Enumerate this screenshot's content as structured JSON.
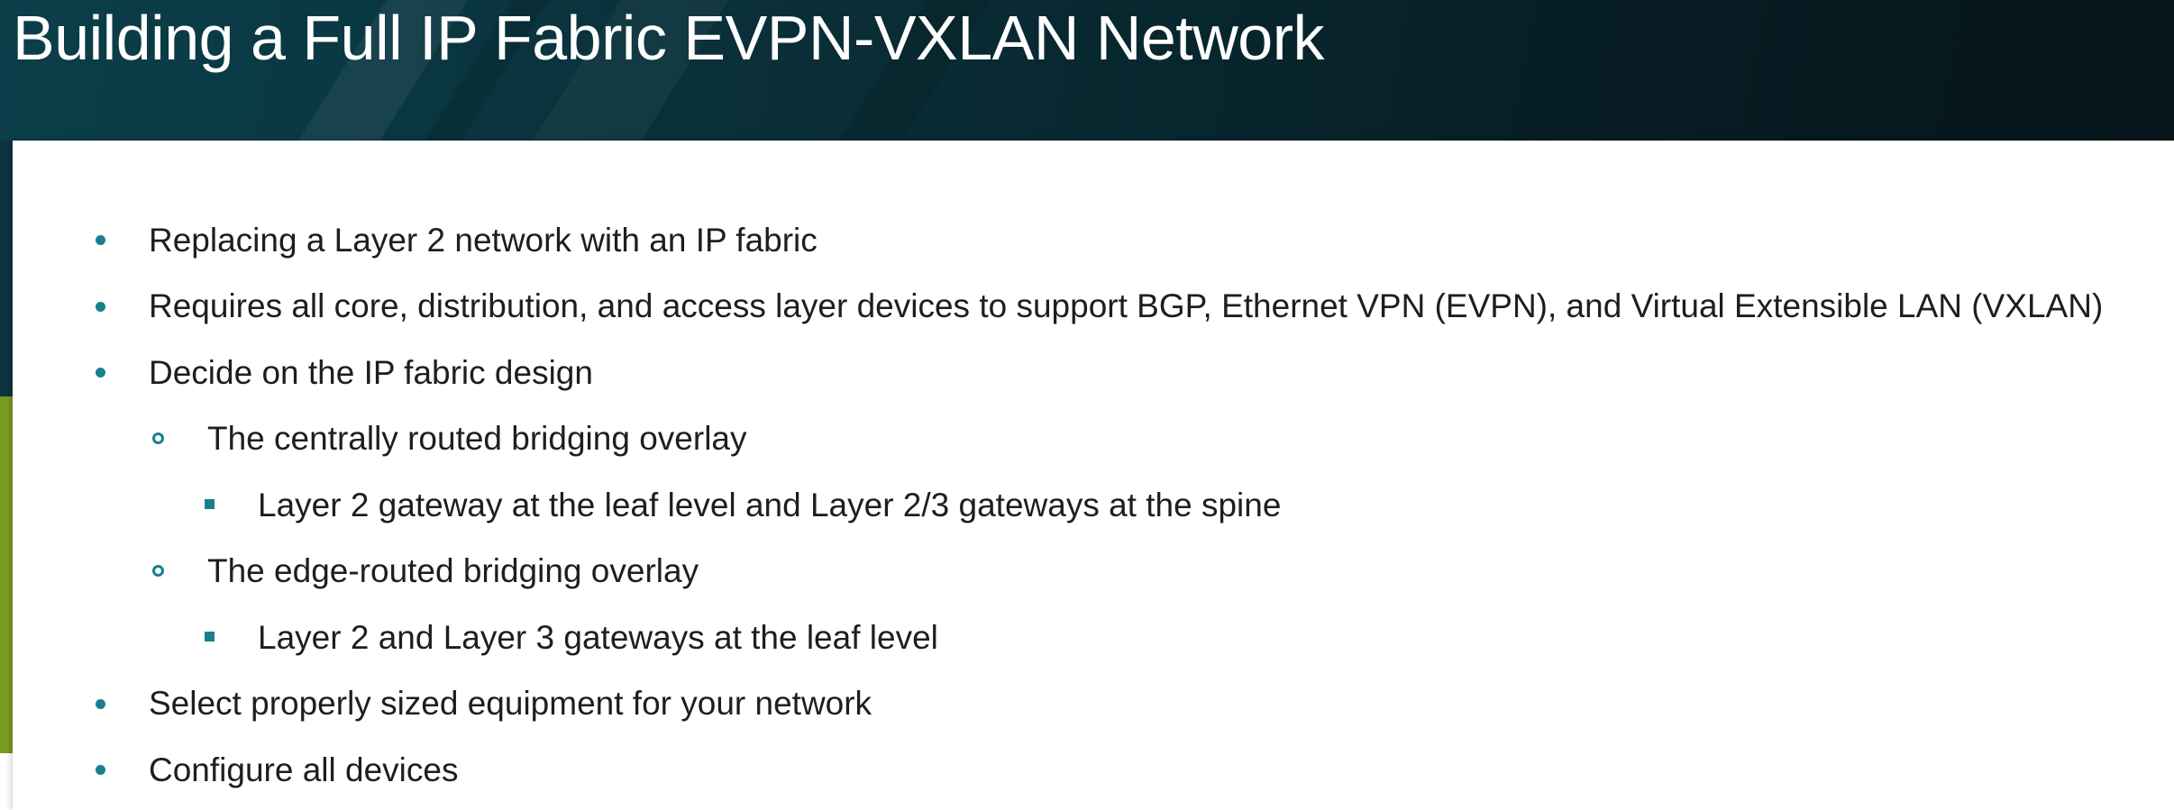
{
  "slide": {
    "title": "Building a Full IP Fabric EVPN-VXLAN Network",
    "colors": {
      "header_background": "#0a2f38",
      "accent_green": "#7a9a1f",
      "bullet_teal": "#16808f",
      "body_text": "#1e1e1e",
      "title_text": "#ffffff"
    },
    "bullets": [
      {
        "level": 1,
        "marker": "disc",
        "text": "Replacing a Layer 2 network with an IP fabric"
      },
      {
        "level": 1,
        "marker": "disc",
        "text": "Requires all core, distribution, and access layer devices to support BGP, Ethernet VPN (EVPN), and Virtual Extensible LAN (VXLAN)"
      },
      {
        "level": 1,
        "marker": "disc",
        "text": "Decide on the IP fabric design"
      },
      {
        "level": 2,
        "marker": "circle",
        "text": "The centrally routed bridging overlay"
      },
      {
        "level": 3,
        "marker": "square",
        "text": "Layer 2 gateway at the leaf level and Layer 2/3 gateways at the spine"
      },
      {
        "level": 2,
        "marker": "circle",
        "text": "The edge-routed bridging overlay"
      },
      {
        "level": 3,
        "marker": "square",
        "text": "Layer 2 and Layer 3 gateways at the leaf level"
      },
      {
        "level": 1,
        "marker": "disc",
        "text": "Select properly sized equipment for your network"
      },
      {
        "level": 1,
        "marker": "disc",
        "text": "Configure all devices"
      }
    ]
  }
}
